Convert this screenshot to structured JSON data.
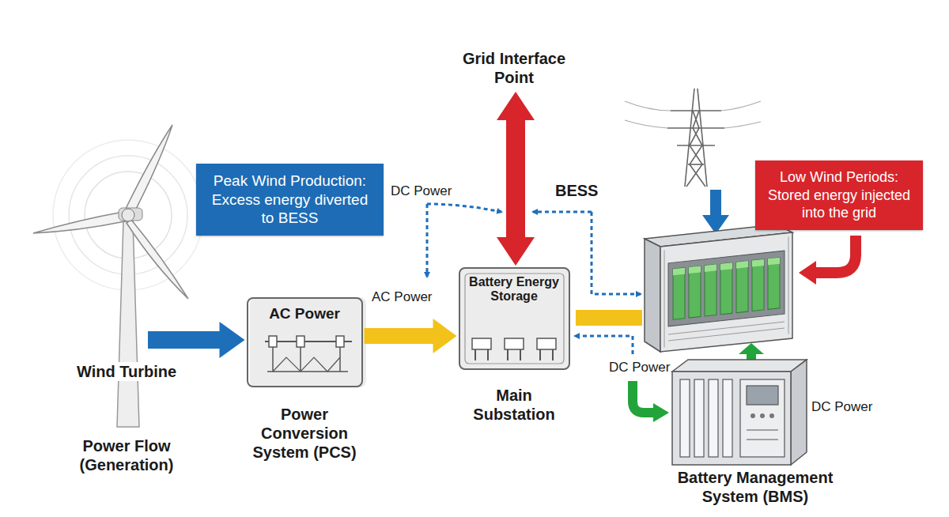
{
  "diagram": {
    "nodes": [
      {
        "text": [
          "Peak Wind Production: Excess energy diverted to BESS"
        ]
      },
      {
        "text": [
          "Low Wind Periods: Stored energy injected into the grid"
        ]
      },
      {
        "text": [
          "Wind Turbine",
          "Power Flow (Generation)"
        ]
      },
      {
        "text": [
          "AC Power",
          "Power Conversion System (PCS)"
        ]
      },
      {
        "text": [
          "Battery Energy Storage",
          "Main Substation"
        ]
      },
      {
        "text": [
          "Battery Management System (BMS)"
        ]
      }
    ],
    "edges": [
      {
        "from": 2,
        "to": 3,
        "arrow": "to"
      },
      {
        "from": 3,
        "to": 4,
        "arrow": "to",
        "label": "AC Power"
      }
    ],
    "labels": [
      "Grid Interface Point",
      "BESS",
      "DC Power",
      "DC Power",
      "DC Power"
    ]
  }
}
